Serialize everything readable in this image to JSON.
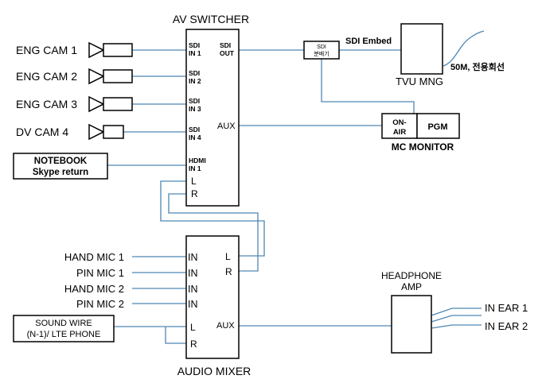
{
  "switcher": {
    "title": "AV SWITCHER",
    "in1": [
      "SDI",
      "IN 1"
    ],
    "in2": [
      "SDI",
      "IN 2"
    ],
    "in3": [
      "SDI",
      "IN 3"
    ],
    "in4": [
      "SDI",
      "IN 4"
    ],
    "hdmi": [
      "HDMI",
      "IN 1"
    ],
    "sdi_out": [
      "SDI",
      "OUT"
    ],
    "aux": "AUX",
    "l": "L",
    "r": "R"
  },
  "sources": {
    "cam1": "ENG CAM 1",
    "cam2": "ENG CAM 2",
    "cam3": "ENG CAM 3",
    "cam4": "DV CAM 4",
    "notebook": [
      "NOTEBOOK",
      "Skype return"
    ]
  },
  "splitter": {
    "line1": "SDI",
    "line2": "분배기"
  },
  "sdi_embed": "SDI Embed",
  "tvu": "TVU MNG",
  "line_label": "50M, 전용회선",
  "monitor": {
    "onair": [
      "ON-",
      "AIR"
    ],
    "pgm": "PGM",
    "title": "MC MONITOR"
  },
  "mixer": {
    "title": "AUDIO MIXER",
    "in1": "IN",
    "in2": "IN",
    "in3": "IN",
    "in4": "IN",
    "l_in": "L",
    "r_in": "R",
    "l_out": "L",
    "r_out": "R",
    "aux": "AUX"
  },
  "mics": {
    "hand1": "HAND MIC 1",
    "pin1": "PIN MIC 1",
    "hand2": "HAND MIC 2",
    "pin2": "PIN MIC 2"
  },
  "sound_wire": [
    "SOUND WIRE",
    "(N-1)/ LTE PHONE"
  ],
  "headphone": [
    "HEADPHONE",
    "AMP"
  ],
  "in_ear1": "IN EAR 1",
  "in_ear2": "IN EAR 2",
  "colors": {
    "wire": "#4f86b3",
    "block": "#000000",
    "background": "#ffffff"
  }
}
